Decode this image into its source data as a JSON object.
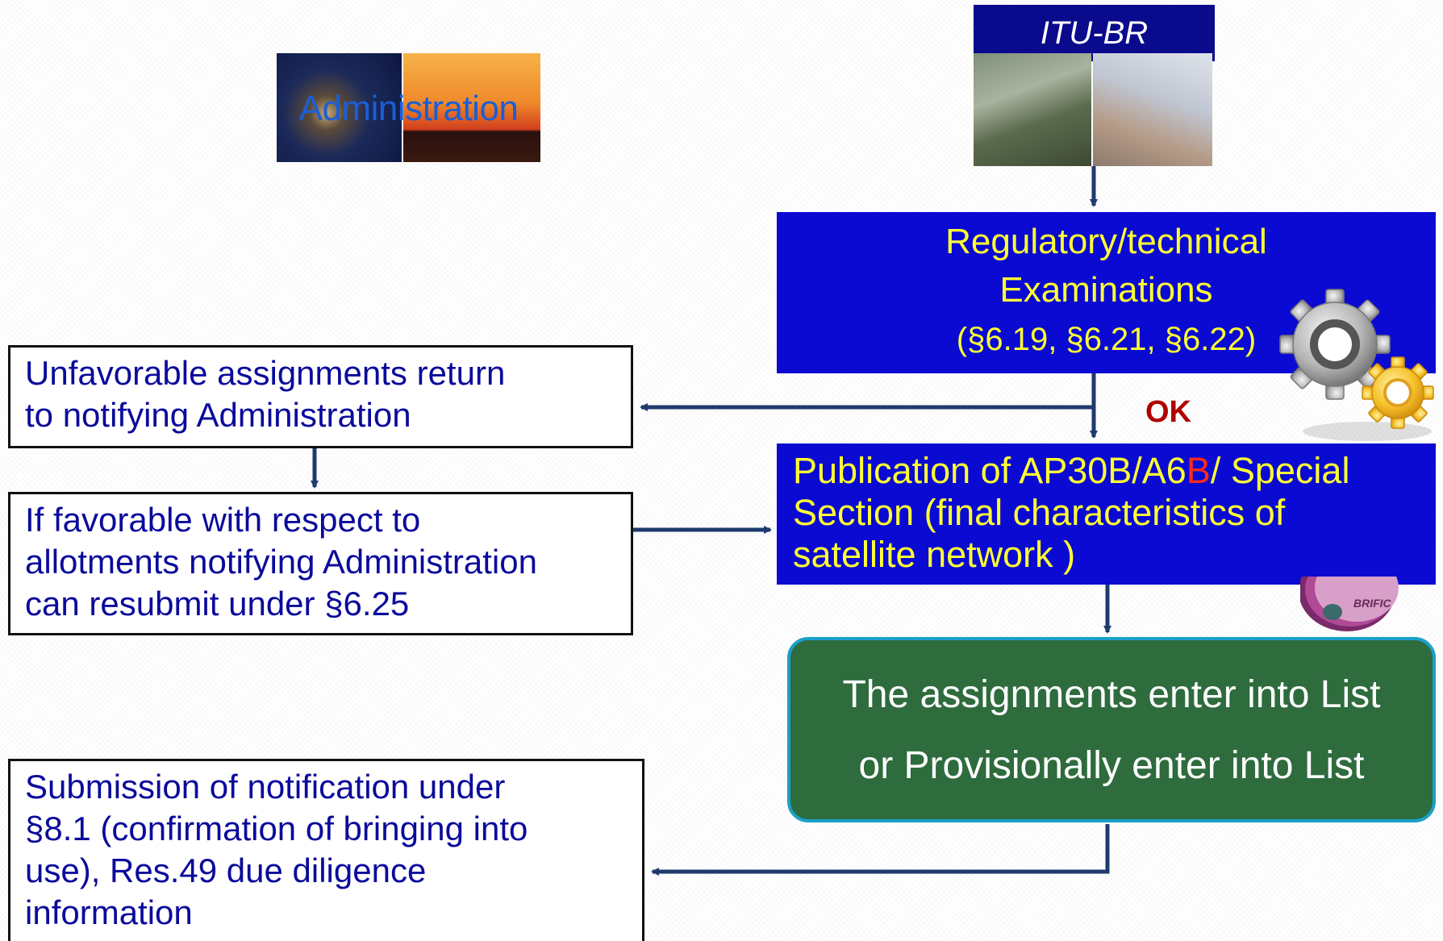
{
  "admin": {
    "caption": "Administration"
  },
  "itu": {
    "title": "ITU-BR"
  },
  "regulatory": {
    "line1": "Regulatory/technical",
    "line2": "Examinations",
    "line3": "(§6.19, §6.21, §6.22)"
  },
  "ok_label": "OK",
  "publication": {
    "part1": "Publication of AP30B/A6",
    "part_red": "B",
    "part2": "/ Special",
    "line2": "Section  (final characteristics of",
    "line3": "satellite network )"
  },
  "list_box": {
    "line1": "The assignments enter into List",
    "line2": "or Provisionally enter into List"
  },
  "unfavorable": {
    "line1": "Unfavorable assignments return",
    "line2": "to notifying Administration"
  },
  "favorable": {
    "line1": "If favorable with respect to",
    "line2": "allotments notifying Administration",
    "line3": "can resubmit under §6.25"
  },
  "submission": {
    "line1": "Submission of notification under",
    "line2": "§8.1 (confirmation of bringing into",
    "line3": "use), Res.49 due diligence",
    "line4": "information"
  },
  "brific": {
    "label": "BRIFIC"
  },
  "colors": {
    "blue_box": "#0a0ad2",
    "yellow_text": "#ffff33",
    "green_box": "#2e6b3d",
    "arrow": "#1f3a6e",
    "ok_red": "#b00000"
  }
}
